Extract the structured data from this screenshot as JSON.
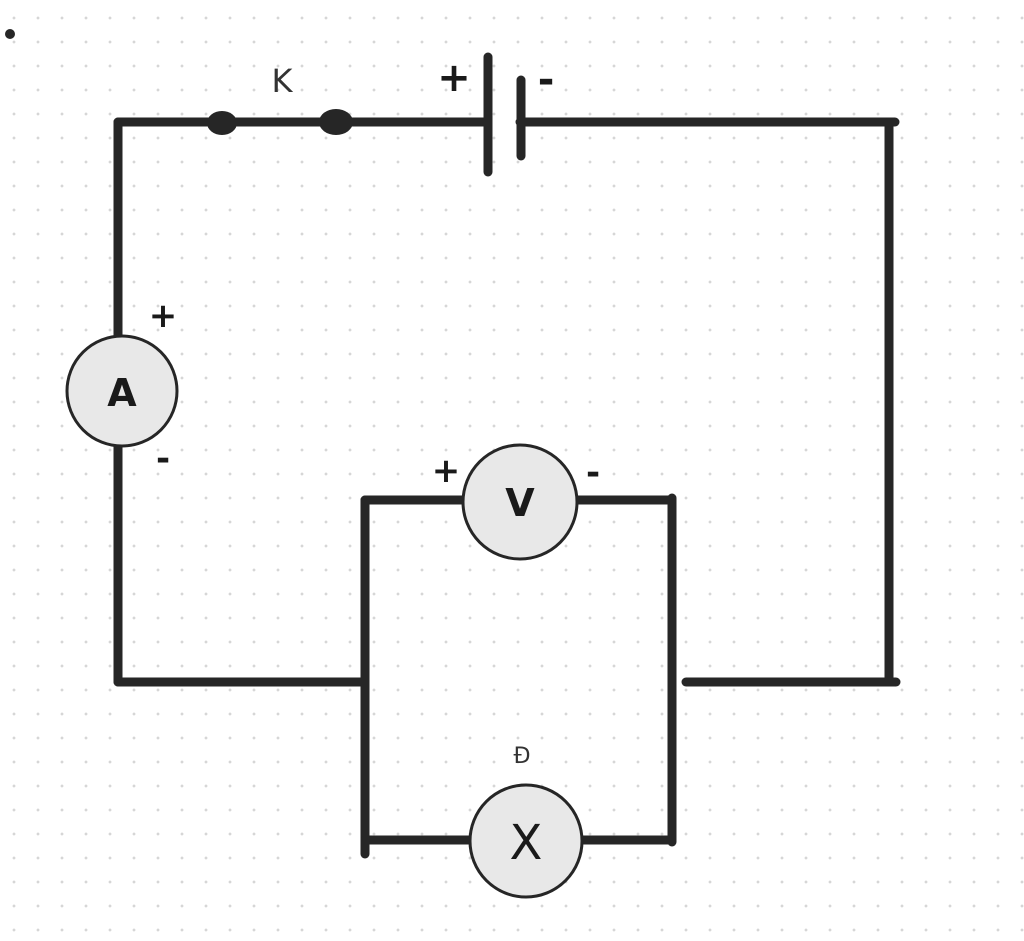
{
  "diagram": {
    "switch": {
      "label": "K"
    },
    "battery": {
      "plus": "+",
      "minus": "-"
    },
    "ammeter": {
      "symbol": "A",
      "plus": "+",
      "minus": "-"
    },
    "voltmeter": {
      "symbol": "V",
      "plus": "+",
      "minus": "-"
    },
    "lamp": {
      "label": "Đ",
      "symbol": "X"
    }
  },
  "colors": {
    "wire": "#262626",
    "meter_fill": "#e8e8e8",
    "grid_dot": "#d6d6d6"
  }
}
